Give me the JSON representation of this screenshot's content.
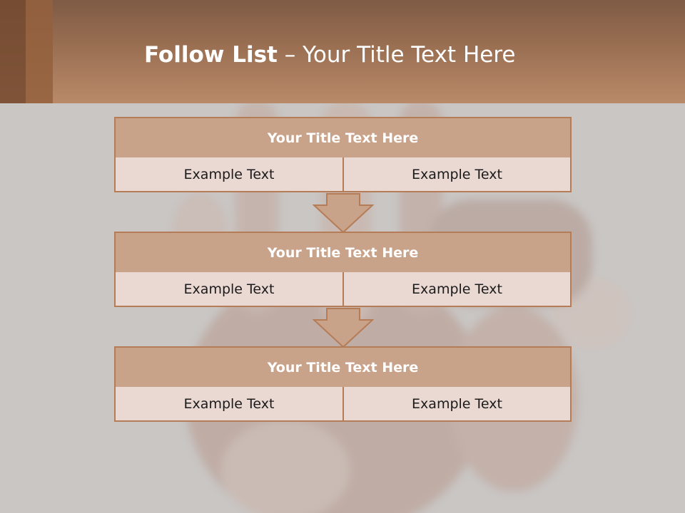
{
  "slide": {
    "title_bold": "Follow List",
    "title_rest": " – Your Title Text Here"
  },
  "blocks": [
    {
      "title": "Your Title Text Here",
      "left": "Example Text",
      "right": "Example Text"
    },
    {
      "title": "Your Title Text Here",
      "left": "Example Text",
      "right": "Example Text"
    },
    {
      "title": "Your Title Text Here",
      "left": "Example Text",
      "right": "Example Text"
    }
  ],
  "colors": {
    "header": "#9a6f52",
    "block_title_fill": "#c9a28a",
    "cell_fill": "#ead8d2",
    "border": "#b57d57"
  },
  "icons": [
    "down-arrow-icon",
    "down-arrow-icon"
  ]
}
